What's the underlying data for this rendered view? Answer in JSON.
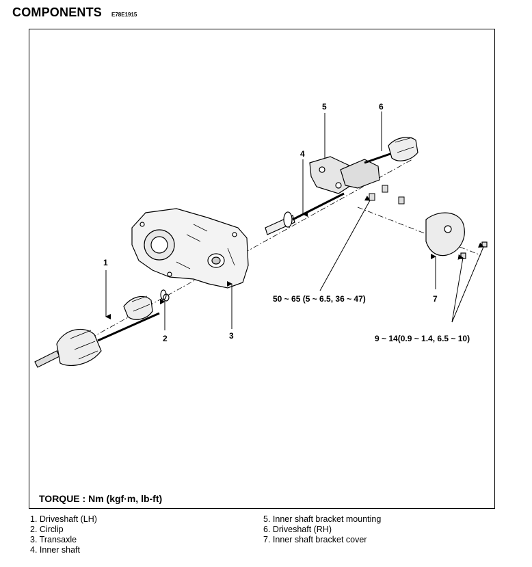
{
  "header": {
    "title": "COMPONENTS",
    "code": "E78E1915"
  },
  "diagram": {
    "callouts": [
      "1",
      "2",
      "3",
      "4",
      "5",
      "6",
      "7"
    ],
    "torque_main": "50 ~ 65 (5 ~ 6.5, 36 ~ 47)",
    "torque_cover": "9 ~ 14(0.9 ~ 1.4, 6.5 ~ 10)",
    "torque_units": "TORQUE : Nm (kgf·m, lb-ft)"
  },
  "legend": {
    "left": [
      "1. Driveshaft (LH)",
      "2. Circlip",
      "3. Transaxle",
      "4. Inner shaft"
    ],
    "right": [
      "5. Inner shaft bracket mounting",
      "6. Driveshaft (RH)",
      "7. Inner shaft bracket cover"
    ]
  }
}
